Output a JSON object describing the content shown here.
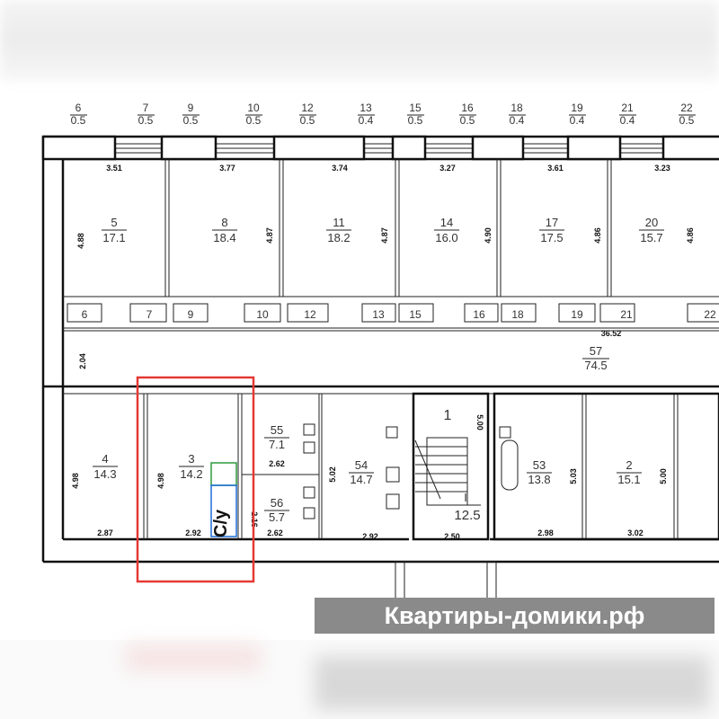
{
  "window_labels": [
    {
      "n": "6",
      "a": "0.5"
    },
    {
      "n": "7",
      "a": "0.5"
    },
    {
      "n": "9",
      "a": "0.5"
    },
    {
      "n": "10",
      "a": "0.5"
    },
    {
      "n": "12",
      "a": "0.5"
    },
    {
      "n": "13",
      "a": "0.4"
    },
    {
      "n": "15",
      "a": "0.5"
    },
    {
      "n": "16",
      "a": "0.5"
    },
    {
      "n": "18",
      "a": "0.4"
    },
    {
      "n": "19",
      "a": "0.4"
    },
    {
      "n": "21",
      "a": "0.4"
    },
    {
      "n": "22",
      "a": "0.5"
    }
  ],
  "top_rooms": [
    {
      "n": "5",
      "a": "17.1",
      "w": "3.51",
      "d": "4.88"
    },
    {
      "n": "8",
      "a": "18.4",
      "w": "3.77",
      "d": "4.87"
    },
    {
      "n": "11",
      "a": "18.2",
      "w": "3.74",
      "d": "4.87"
    },
    {
      "n": "14",
      "a": "16.0",
      "w": "3.27",
      "d": "4.90"
    },
    {
      "n": "17",
      "a": "17.5",
      "w": "3.61",
      "d": "4.86"
    },
    {
      "n": "20",
      "a": "15.7",
      "w": "3.23",
      "d": "4.86"
    }
  ],
  "closets": [
    "6",
    "7",
    "9",
    "10",
    "12",
    "13",
    "15",
    "16",
    "18",
    "19",
    "21",
    "22"
  ],
  "corridor": {
    "n": "57",
    "a": "74.5",
    "length": "36.52",
    "width": "2.04"
  },
  "bottom_rooms": [
    {
      "n": "4",
      "a": "14.3",
      "w": "2.87",
      "d": "4.98"
    },
    {
      "n": "3",
      "a": "14.2",
      "w": "2.92",
      "d": "4.98"
    },
    {
      "n": "55",
      "a": "7.1",
      "w": "2.62"
    },
    {
      "n": "56",
      "a": "5.7",
      "w": "2.62",
      "d": "2.16"
    },
    {
      "n": "54",
      "a": "14.7",
      "w": "2.92",
      "d": "5.02"
    },
    {
      "n": "I",
      "a": "12.5",
      "w": "2.50",
      "d": "5.00",
      "landing": "1"
    },
    {
      "n": "53",
      "a": "13.8",
      "w": "2.98",
      "d": "5.03"
    },
    {
      "n": "2",
      "a": "15.1",
      "w": "3.02",
      "d": "5.00"
    }
  ],
  "bathroom_label": "С/у",
  "highlight_color": "#e53935",
  "watermark": "Квартиры-домики.рф"
}
